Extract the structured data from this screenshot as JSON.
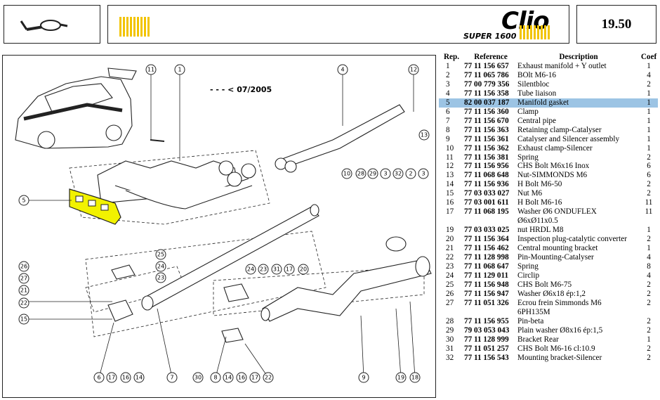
{
  "header": {
    "brand": "Clio",
    "brand_sub": "SUPER 1600",
    "page_number": "19.50",
    "icons": [
      "exhaust-silencer-icon",
      "brand-stripes-icon"
    ],
    "accent_color": "#f2c400"
  },
  "diagram": {
    "date_note": "- - - < 07/2005",
    "highlight_color": "#f2f200",
    "callouts": [
      "1",
      "2",
      "3",
      "4",
      "5",
      "6",
      "7",
      "8",
      "9",
      "10",
      "11",
      "12",
      "13",
      "14",
      "15",
      "16",
      "17",
      "18",
      "19",
      "20",
      "21",
      "22",
      "23",
      "24",
      "25",
      "26",
      "27",
      "28",
      "29",
      "30",
      "31",
      "32"
    ]
  },
  "table": {
    "headers": {
      "rep": "Rep.",
      "ref": "Reference",
      "desc": "Description",
      "coef": "Coef"
    },
    "highlight_row": 4,
    "highlight_color": "#9cc4e4",
    "rows": [
      {
        "rep": "1",
        "ref": "77 11 156 657",
        "desc": "Exhaust manifold + Y outlet",
        "coef": "1"
      },
      {
        "rep": "2",
        "ref": "77 11 065 786",
        "desc": "BOlt M6-16",
        "coef": "4"
      },
      {
        "rep": "3",
        "ref": "77 00 779 356",
        "desc": "Silentbloc",
        "coef": "2"
      },
      {
        "rep": "4",
        "ref": "77 11 156 358",
        "desc": "Tube liaison",
        "coef": "1"
      },
      {
        "rep": "5",
        "ref": "82 00 037 187",
        "desc": "Manifold gasket",
        "coef": "1"
      },
      {
        "rep": "6",
        "ref": "77 11 156 360",
        "desc": "Clamp",
        "coef": "1"
      },
      {
        "rep": "7",
        "ref": "77 11 156 670",
        "desc": "Central pipe",
        "coef": "1"
      },
      {
        "rep": "8",
        "ref": "77 11 156 363",
        "desc": "Retaining clamp-Catalyser",
        "coef": "1"
      },
      {
        "rep": "9",
        "ref": "77 11 156 361",
        "desc": "Catalyser and Silencer assembly",
        "coef": "1"
      },
      {
        "rep": "10",
        "ref": "77 11 156 362",
        "desc": "Exhaust clamp-Silencer",
        "coef": "1"
      },
      {
        "rep": "11",
        "ref": "77 11 156 381",
        "desc": "Spring",
        "coef": "2"
      },
      {
        "rep": "12",
        "ref": "77 11 156 956",
        "desc": "CHS Bolt M6x16 Inox",
        "coef": "6"
      },
      {
        "rep": "13",
        "ref": "77 11 068 648",
        "desc": "Nut-SIMMONDS M6",
        "coef": "6"
      },
      {
        "rep": "14",
        "ref": "77 11 156 936",
        "desc": "H Bolt M6-50",
        "coef": "2"
      },
      {
        "rep": "15",
        "ref": "77 03 033 027",
        "desc": "Nut M6",
        "coef": "2"
      },
      {
        "rep": "16",
        "ref": "77 03 001 611",
        "desc": "H Bolt M6-16",
        "coef": "11"
      },
      {
        "rep": "17",
        "ref": "77 11 068 195",
        "desc": "Washer Ø6 ONDUFLEX",
        "desc2": "Ø6xØ11x0.5",
        "coef": "11"
      },
      {
        "rep": "19",
        "ref": "77 03 033 025",
        "desc": "nut HRDL M8",
        "coef": "1"
      },
      {
        "rep": "20",
        "ref": "77 11 156 364",
        "desc": "Inspection plug-catalytic converter",
        "coef": "2"
      },
      {
        "rep": "21",
        "ref": "77 11 156 462",
        "desc": "Central mounting bracket",
        "coef": "1"
      },
      {
        "rep": "22",
        "ref": "77 11 128 998",
        "desc": "Pin-Mounting-Catalyser",
        "coef": "4"
      },
      {
        "rep": "23",
        "ref": "77 11 068 647",
        "desc": "Spring",
        "coef": "8"
      },
      {
        "rep": "24",
        "ref": "77 11 129 011",
        "desc": "Circlip",
        "coef": "4"
      },
      {
        "rep": "25",
        "ref": "77 11 156 948",
        "desc": "CHS Bolt M6-75",
        "coef": "2"
      },
      {
        "rep": "26",
        "ref": "77 11 156 947",
        "desc": "Washer Ø6x18 ép:1,2",
        "coef": "2"
      },
      {
        "rep": "27",
        "ref": "77 11 051 326",
        "desc": "Ecrou frein Simmonds M6",
        "desc2": "6PH135M",
        "coef": "2"
      },
      {
        "rep": "28",
        "ref": "77 11 156 955",
        "desc": "Pin-beta",
        "coef": "2"
      },
      {
        "rep": "29",
        "ref": "79 03 053 043",
        "desc": "Plain washer Ø8x16 ép:1,5",
        "coef": "2"
      },
      {
        "rep": "30",
        "ref": "77 11 128 999",
        "desc": "Bracket Rear",
        "coef": "1"
      },
      {
        "rep": "31",
        "ref": "77 11 051 257",
        "desc": "CHS Bolt M6-16 cl:10.9",
        "coef": "2"
      },
      {
        "rep": "32",
        "ref": "77 11 156 543",
        "desc": "Mounting bracket-Silencer",
        "coef": "2"
      }
    ]
  }
}
